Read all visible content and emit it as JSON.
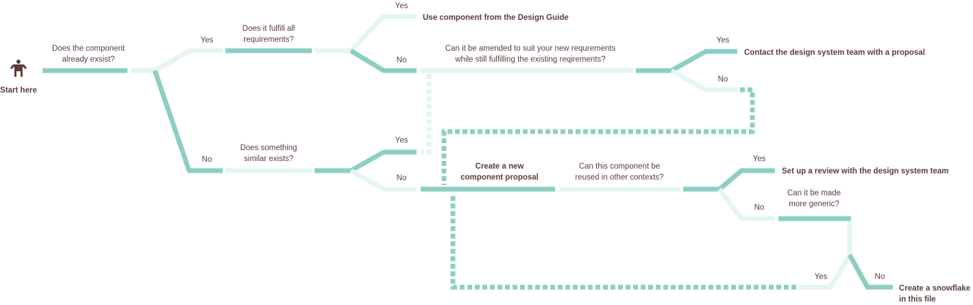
{
  "start": {
    "label": "Start here",
    "icon": "person-icon"
  },
  "questions": {
    "component_exists": [
      "Does the component",
      "already exsist?"
    ],
    "fulfill_requirements": [
      "Does it fulfill all",
      "requirements?"
    ],
    "similar_exists": [
      "Does something",
      "similar exists?"
    ],
    "amend": [
      "Can it be amended to suit your new requrements",
      "while still fulfilling the existing reqirements?"
    ],
    "reuse": [
      "Can this component be",
      "reused in other contexts?"
    ],
    "more_generic": [
      "Can it be made",
      "more generic?"
    ]
  },
  "answers": {
    "exists_yes": "Yes",
    "exists_no": "No",
    "fulfill_yes": "Yes",
    "fulfill_no": "No",
    "similar_yes": "Yes",
    "similar_no": "No",
    "amend_yes": "Yes",
    "amend_no": "No",
    "reuse_yes": "Yes",
    "reuse_no": "No",
    "generic_yes": "Yes",
    "generic_no": "No"
  },
  "outcomes": {
    "use_component": "Use component from the Design Guide",
    "contact_team": "Contact the design system team with a proposal",
    "create_proposal": [
      "Create a new",
      "component proposal"
    ],
    "setup_review": "Set up a review with the design system team",
    "snowflake": [
      "Create a snowflake",
      "in this file"
    ]
  },
  "colors": {
    "path_dark": "#8ccfc2",
    "path_light": "#e5f5f1",
    "text": "#5b3d3b"
  }
}
